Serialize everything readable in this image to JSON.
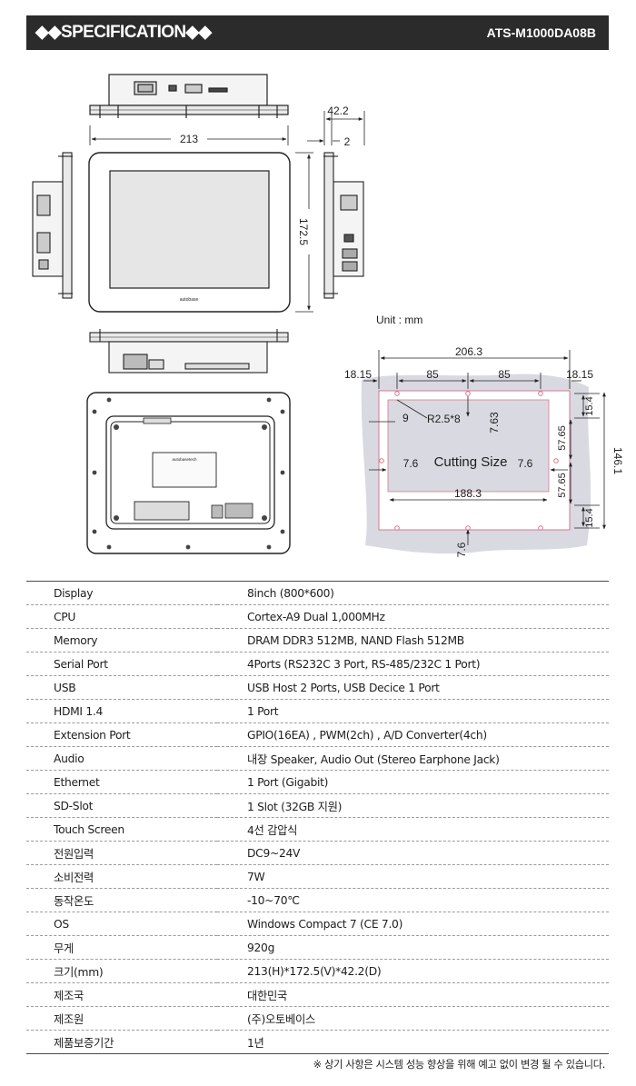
{
  "header": {
    "title": "◆◆SPECIFICATION◆◆",
    "model": "ATS-M1000DA08B"
  },
  "drawing": {
    "dim_width": "213",
    "dim_height": "172.5",
    "dim_depth": "42.2",
    "dim_two": "2",
    "brand_text": "autobase",
    "label_text": "autobasetech",
    "unit": "Unit : mm",
    "cut": {
      "total_width": "206.3",
      "left_margin": "18.15",
      "right_margin": "18.15",
      "hole_gap_left": "85",
      "hole_gap_right": "85",
      "top_offset": "15.4",
      "bottom_offset": "15.4",
      "upper_half": "57.65",
      "lower_half": "57.65",
      "total_height": "146.1",
      "nine": "9",
      "radius": "R2.5*8",
      "inner_top": "7.63",
      "left_gap": "7.6",
      "right_gap": "7.6",
      "inner_width": "188.3",
      "bottom_gap": "7.6",
      "title": "Cutting Size"
    }
  },
  "specs": [
    {
      "label": "Display",
      "value": "8inch (800*600)"
    },
    {
      "label": "CPU",
      "value": "Cortex-A9 Dual 1,000MHz"
    },
    {
      "label": "Memory",
      "value": "DRAM DDR3 512MB, NAND Flash 512MB"
    },
    {
      "label": "Serial Port",
      "value": "4Ports (RS232C 3 Port, RS-485/232C 1 Port)"
    },
    {
      "label": "USB",
      "value": "USB Host 2 Ports, USB Decice 1 Port"
    },
    {
      "label": "HDMI 1.4",
      "value": "1 Port"
    },
    {
      "label": "Extension Port",
      "value": "GPIO(16EA) , PWM(2ch) , A/D Converter(4ch)"
    },
    {
      "label": "Audio",
      "value": "내장 Speaker, Audio Out (Stereo Earphone Jack)"
    },
    {
      "label": "Ethernet",
      "value": "1 Port (Gigabit)"
    },
    {
      "label": "SD-Slot",
      "value": "1 Slot (32GB 지원)"
    },
    {
      "label": "Touch Screen",
      "value": "4선 감압식"
    },
    {
      "label": "전원입력",
      "value": "DC9~24V"
    },
    {
      "label": "소비전력",
      "value": "7W"
    },
    {
      "label": "동작온도",
      "value": "-10~70℃"
    },
    {
      "label": "OS",
      "value": "Windows Compact 7 (CE 7.0)"
    },
    {
      "label": "무게",
      "value": "920g"
    },
    {
      "label": "크기(mm)",
      "value": "213(H)*172.5(V)*42.2(D)"
    },
    {
      "label": "제조국",
      "value": "대한민국"
    },
    {
      "label": "제조원",
      "value": "(주)오토베이스"
    },
    {
      "label": "제품보증기간",
      "value": "1년"
    }
  ],
  "footnote": "※ 상기 사항은 시스템 성능 향상을 위해 예고 없이 변경 될 수 있습니다."
}
